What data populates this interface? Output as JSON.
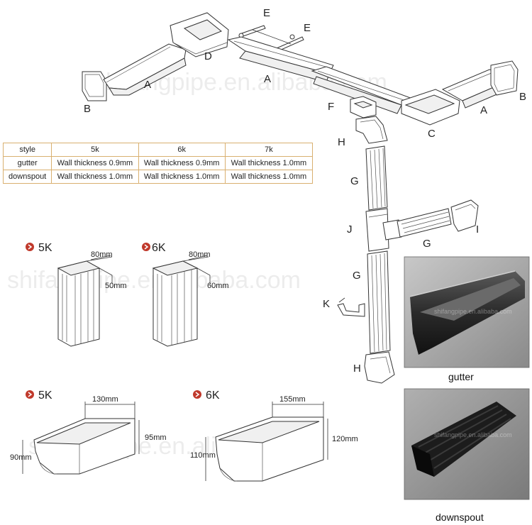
{
  "watermark": {
    "text": "shifangpipe.en.alibaba.com"
  },
  "part_labels": {
    "gutter_a_left": "A",
    "gutter_a_middle": "A",
    "gutter_a_right": "A",
    "end_cap_left": "B",
    "end_cap_right": "B",
    "outer_corner": "C",
    "inner_corner": "D",
    "hanger_bracket_1": "E",
    "hanger_bracket_2": "E",
    "outlet": "F",
    "downspout_upper": "G",
    "downspout_lower": "G",
    "downspout_branch": "G",
    "elbow_top": "H",
    "elbow_bottom": "H",
    "elbow_branch": "I",
    "tee_joint": "J",
    "pipe_clamp": "K"
  },
  "spec_table": {
    "header": [
      "style",
      "5k",
      "6k",
      "7k"
    ],
    "rows": [
      [
        "gutter",
        "Wall thickness 0.9mm",
        "Wall thickness 0.9mm",
        "Wall thickness 1.0mm"
      ],
      [
        "downspout",
        "Wall thickness 1.0mm",
        "Wall thickness 1.0mm",
        "Wall thickness 1.0mm"
      ]
    ]
  },
  "downspout_sizes": [
    {
      "model": "5K",
      "width": "80mm",
      "depth": "50mm"
    },
    {
      "model": "6K",
      "width": "80mm",
      "depth": "60mm"
    }
  ],
  "gutter_sizes": [
    {
      "model": "5K",
      "top": "130mm",
      "back_height": "95mm",
      "front_height": "90mm"
    },
    {
      "model": "6K",
      "top": "155mm",
      "back_height": "120mm",
      "front_height": "110mm"
    }
  ],
  "photo_captions": {
    "gutter": "gutter",
    "downspout": "downspout"
  },
  "colors": {
    "table_border": "#d9b070",
    "bullet": "#c0392b",
    "photo_background": "#9a9a9a"
  }
}
